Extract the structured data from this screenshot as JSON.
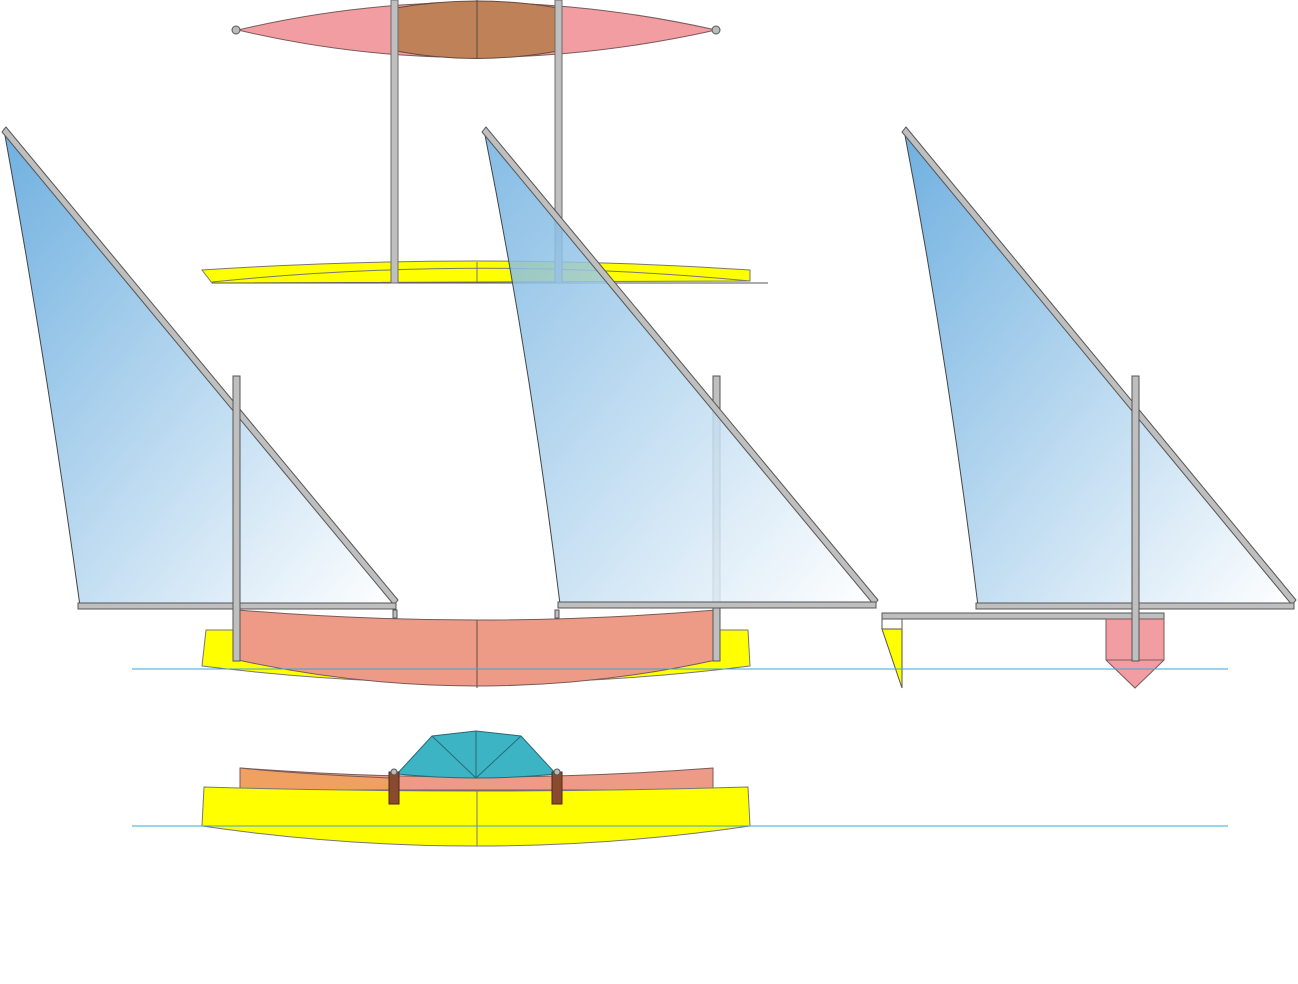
{
  "diagram": {
    "views": [
      "hull-top-view",
      "sail-plan-left",
      "sail-plan-middle",
      "sail-plan-right",
      "hull-elevation-with-cabin"
    ],
    "colors": {
      "sail_top": "#7bb6e2",
      "sail_bottom": "#ffffff",
      "spar": "#bfbfbf",
      "spar_edge": "#6b6b6b",
      "outrigger_yellow": "#ffff00",
      "main_hull_salmon": "#ed9b87",
      "deck_pink": "#f19da1",
      "deck_brown": "#be8158",
      "cabin_teal": "#3cb4c4",
      "waterline": "#33aadd",
      "post_brown": "#8a4a2f",
      "deck_orange": "#f0a060"
    }
  }
}
